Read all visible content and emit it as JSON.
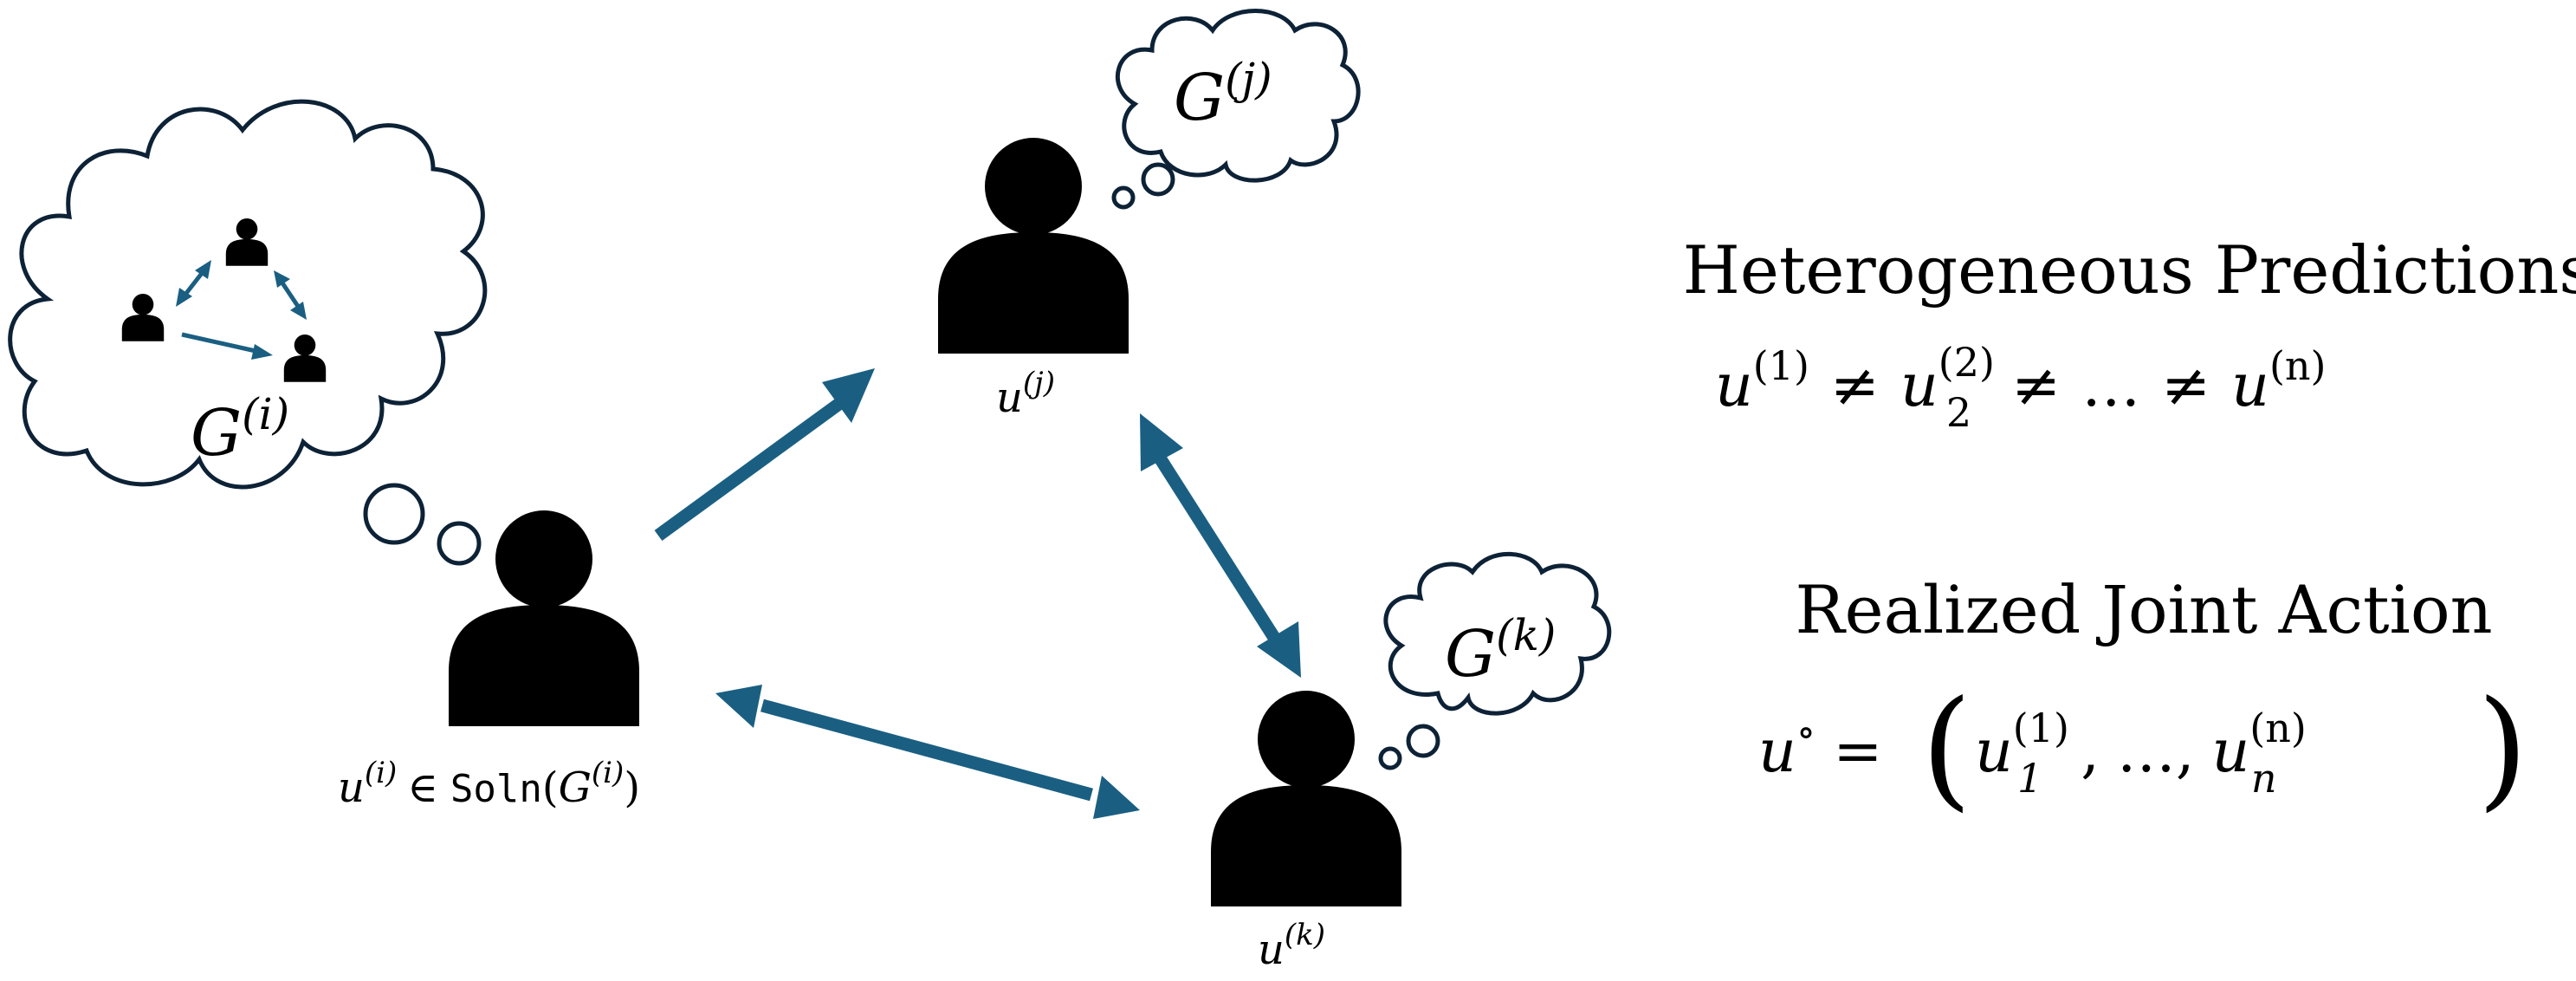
{
  "colors": {
    "arrow": "#1a5f82",
    "cloud_outline": "#0d2236",
    "person": "#000000",
    "background": "#ffffff"
  },
  "agents": {
    "i": {
      "label_var": "u",
      "label_sup": "(i)",
      "label_relation": "∈",
      "label_func": "Soln",
      "label_arg_var": "G",
      "label_arg_sup": "(i)",
      "thought": {
        "var": "G",
        "sup": "(i)"
      }
    },
    "j": {
      "label_var": "u",
      "label_sup": "(j)",
      "thought": {
        "var": "G",
        "sup": "(j)"
      }
    },
    "k": {
      "label_var": "u",
      "label_sup": "(k)",
      "thought": {
        "var": "G",
        "sup": "(k)"
      }
    }
  },
  "right_panel": {
    "heterogeneous": {
      "title": "Heterogeneous Predictions",
      "u": "u",
      "sup1": "(1)",
      "sup2": "(2)",
      "sub2": "2",
      "supn": "(n)",
      "neq": "≠",
      "ellipsis": "…"
    },
    "realized": {
      "title": "Realized Joint Action",
      "lhs_var": "u",
      "lhs_sup": "∘",
      "equals": "=",
      "u": "u",
      "sup1": "(1)",
      "sub1": "1",
      "supn": "(n)",
      "subn": "n",
      "comma": ",",
      "ellipsis": "…"
    }
  }
}
